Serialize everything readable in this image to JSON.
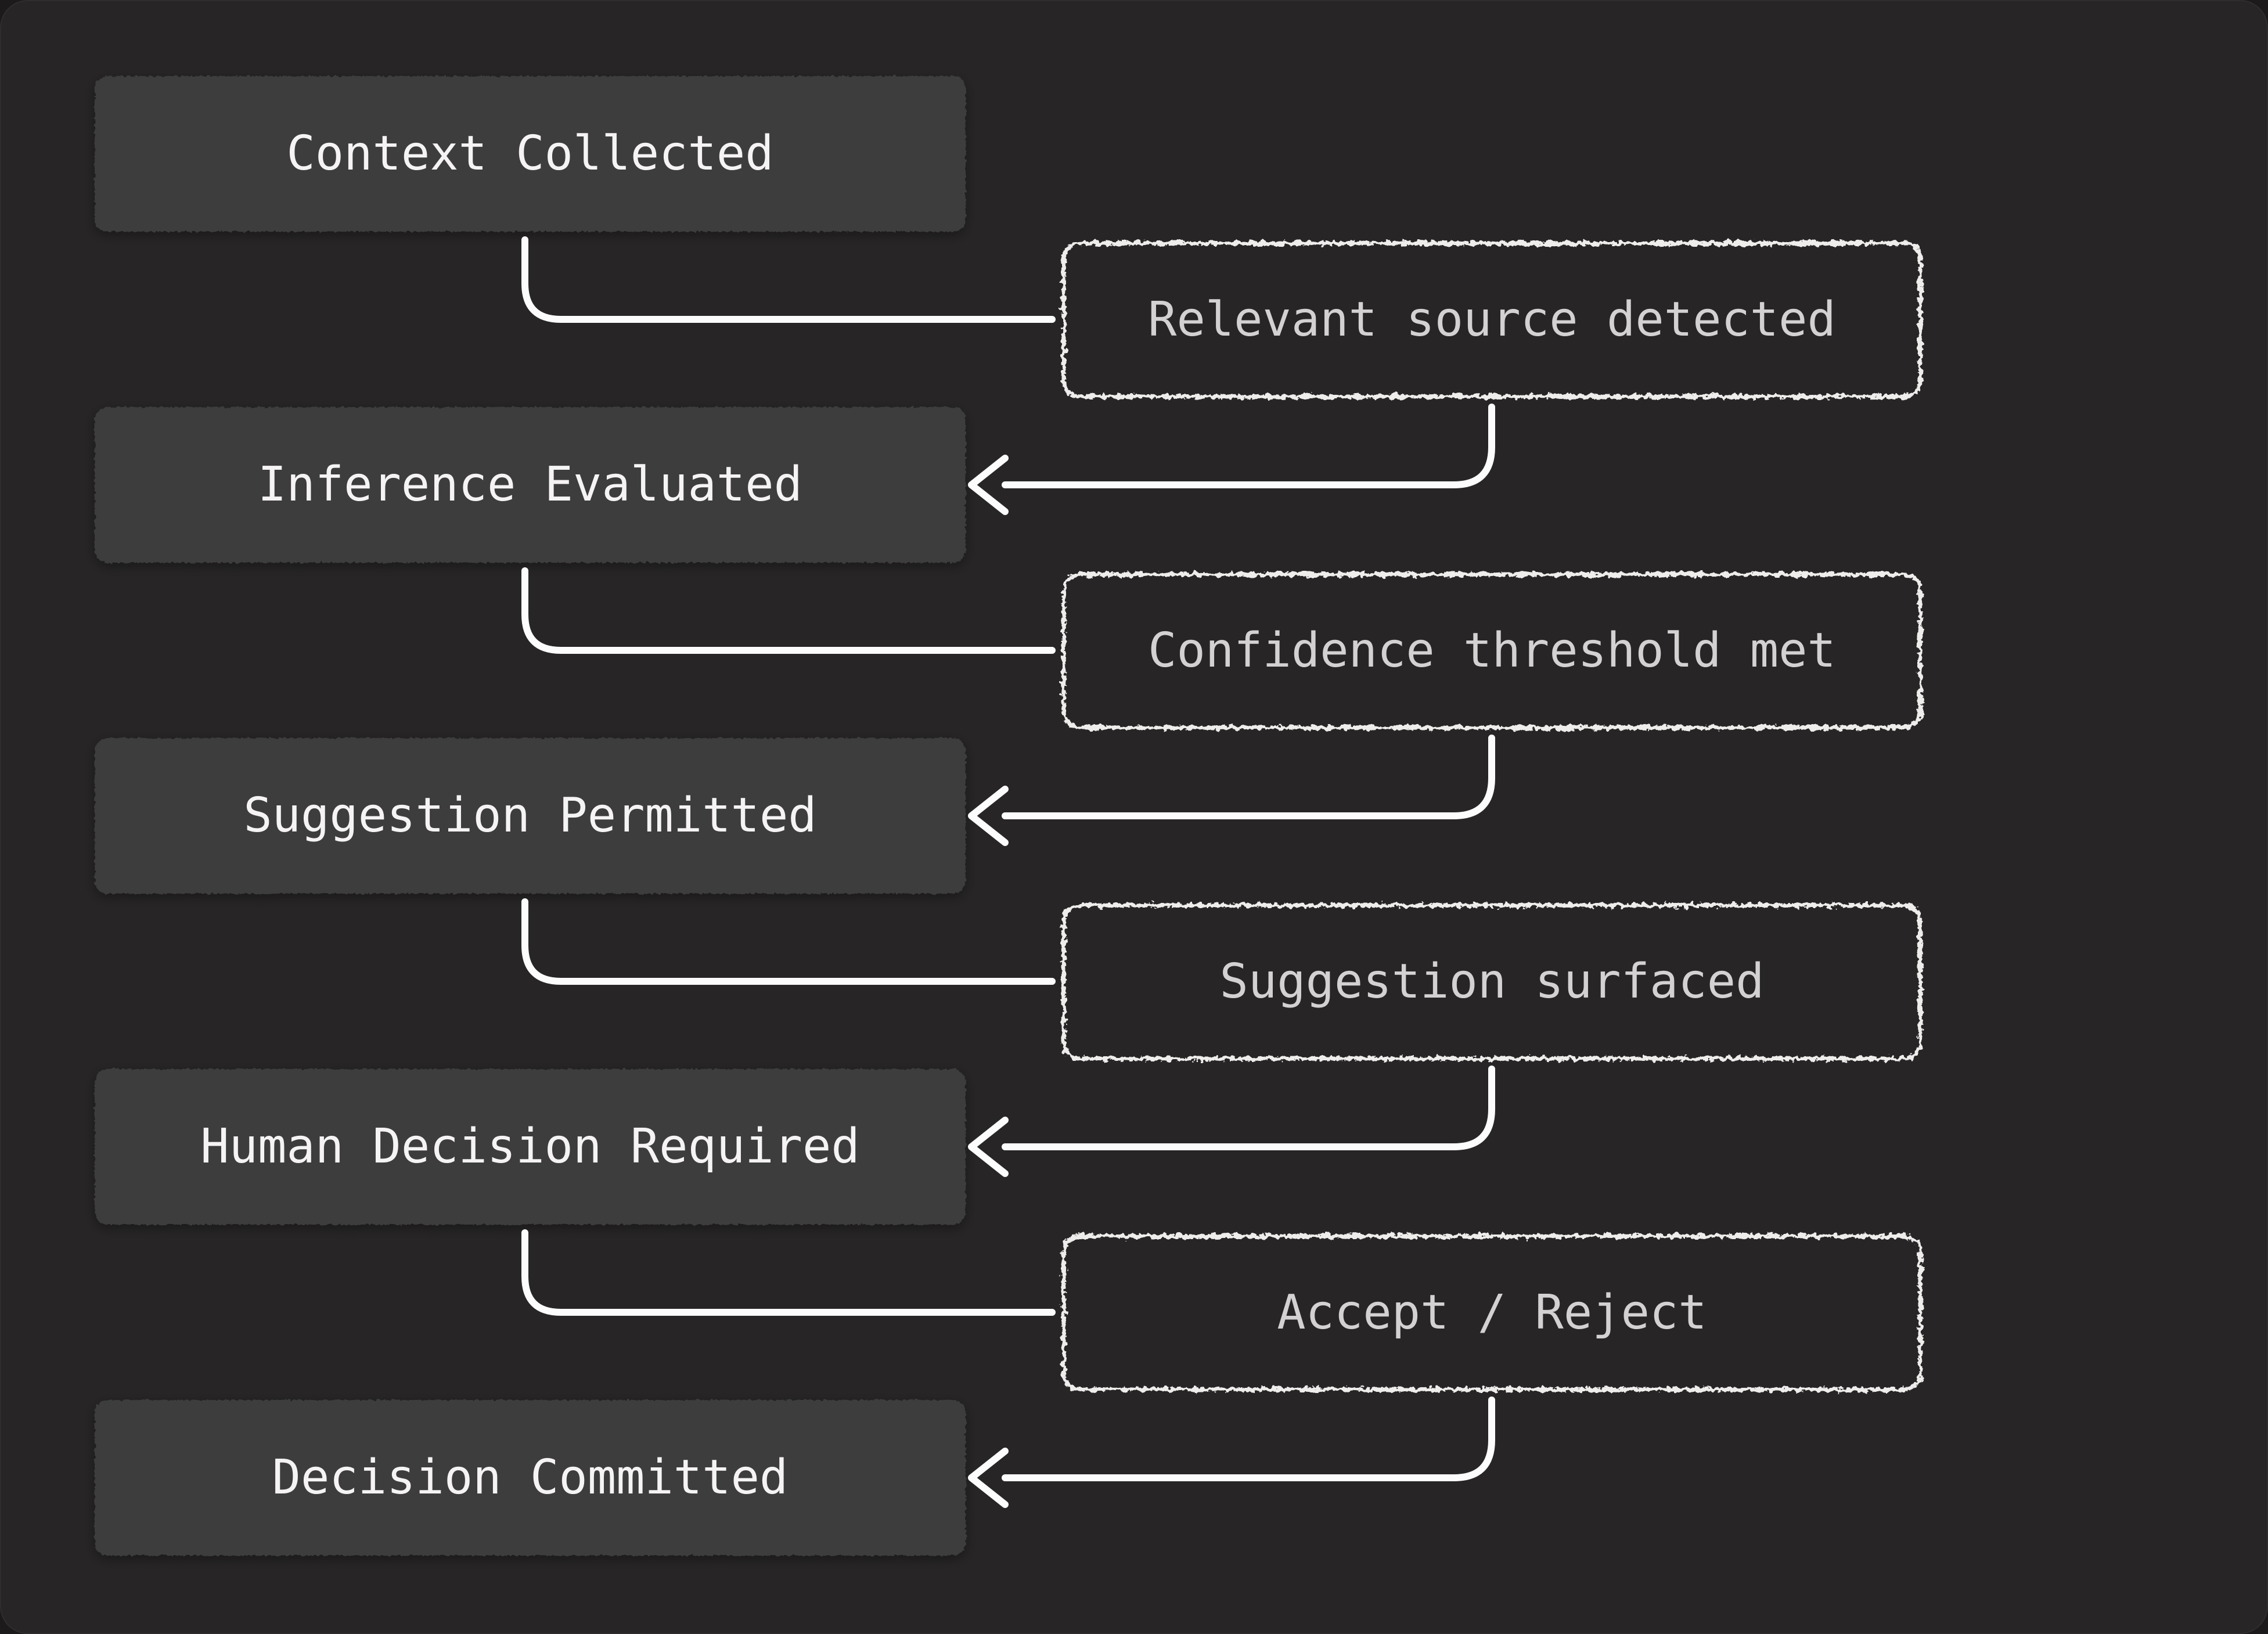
{
  "diagram": {
    "type": "flowchart",
    "description": "vertical state flow with event annotations",
    "states": [
      {
        "label": "Context Collected"
      },
      {
        "label": "Inference Evaluated"
      },
      {
        "label": "Suggestion Permitted"
      },
      {
        "label": "Human Decision Required"
      },
      {
        "label": "Decision Committed"
      }
    ],
    "events": [
      {
        "label": "Relevant source detected"
      },
      {
        "label": "Confidence threshold met"
      },
      {
        "label": "Suggestion surfaced"
      },
      {
        "label": "Accept / Reject"
      }
    ],
    "colors": {
      "background": "#1c1a1a",
      "panel": "#272525",
      "state_fill": "#3e3c3c",
      "state_text": "#f5f3f3",
      "event_border": "#efedec",
      "event_text": "#d3d1d1",
      "connector": "#fcfcfc"
    }
  }
}
